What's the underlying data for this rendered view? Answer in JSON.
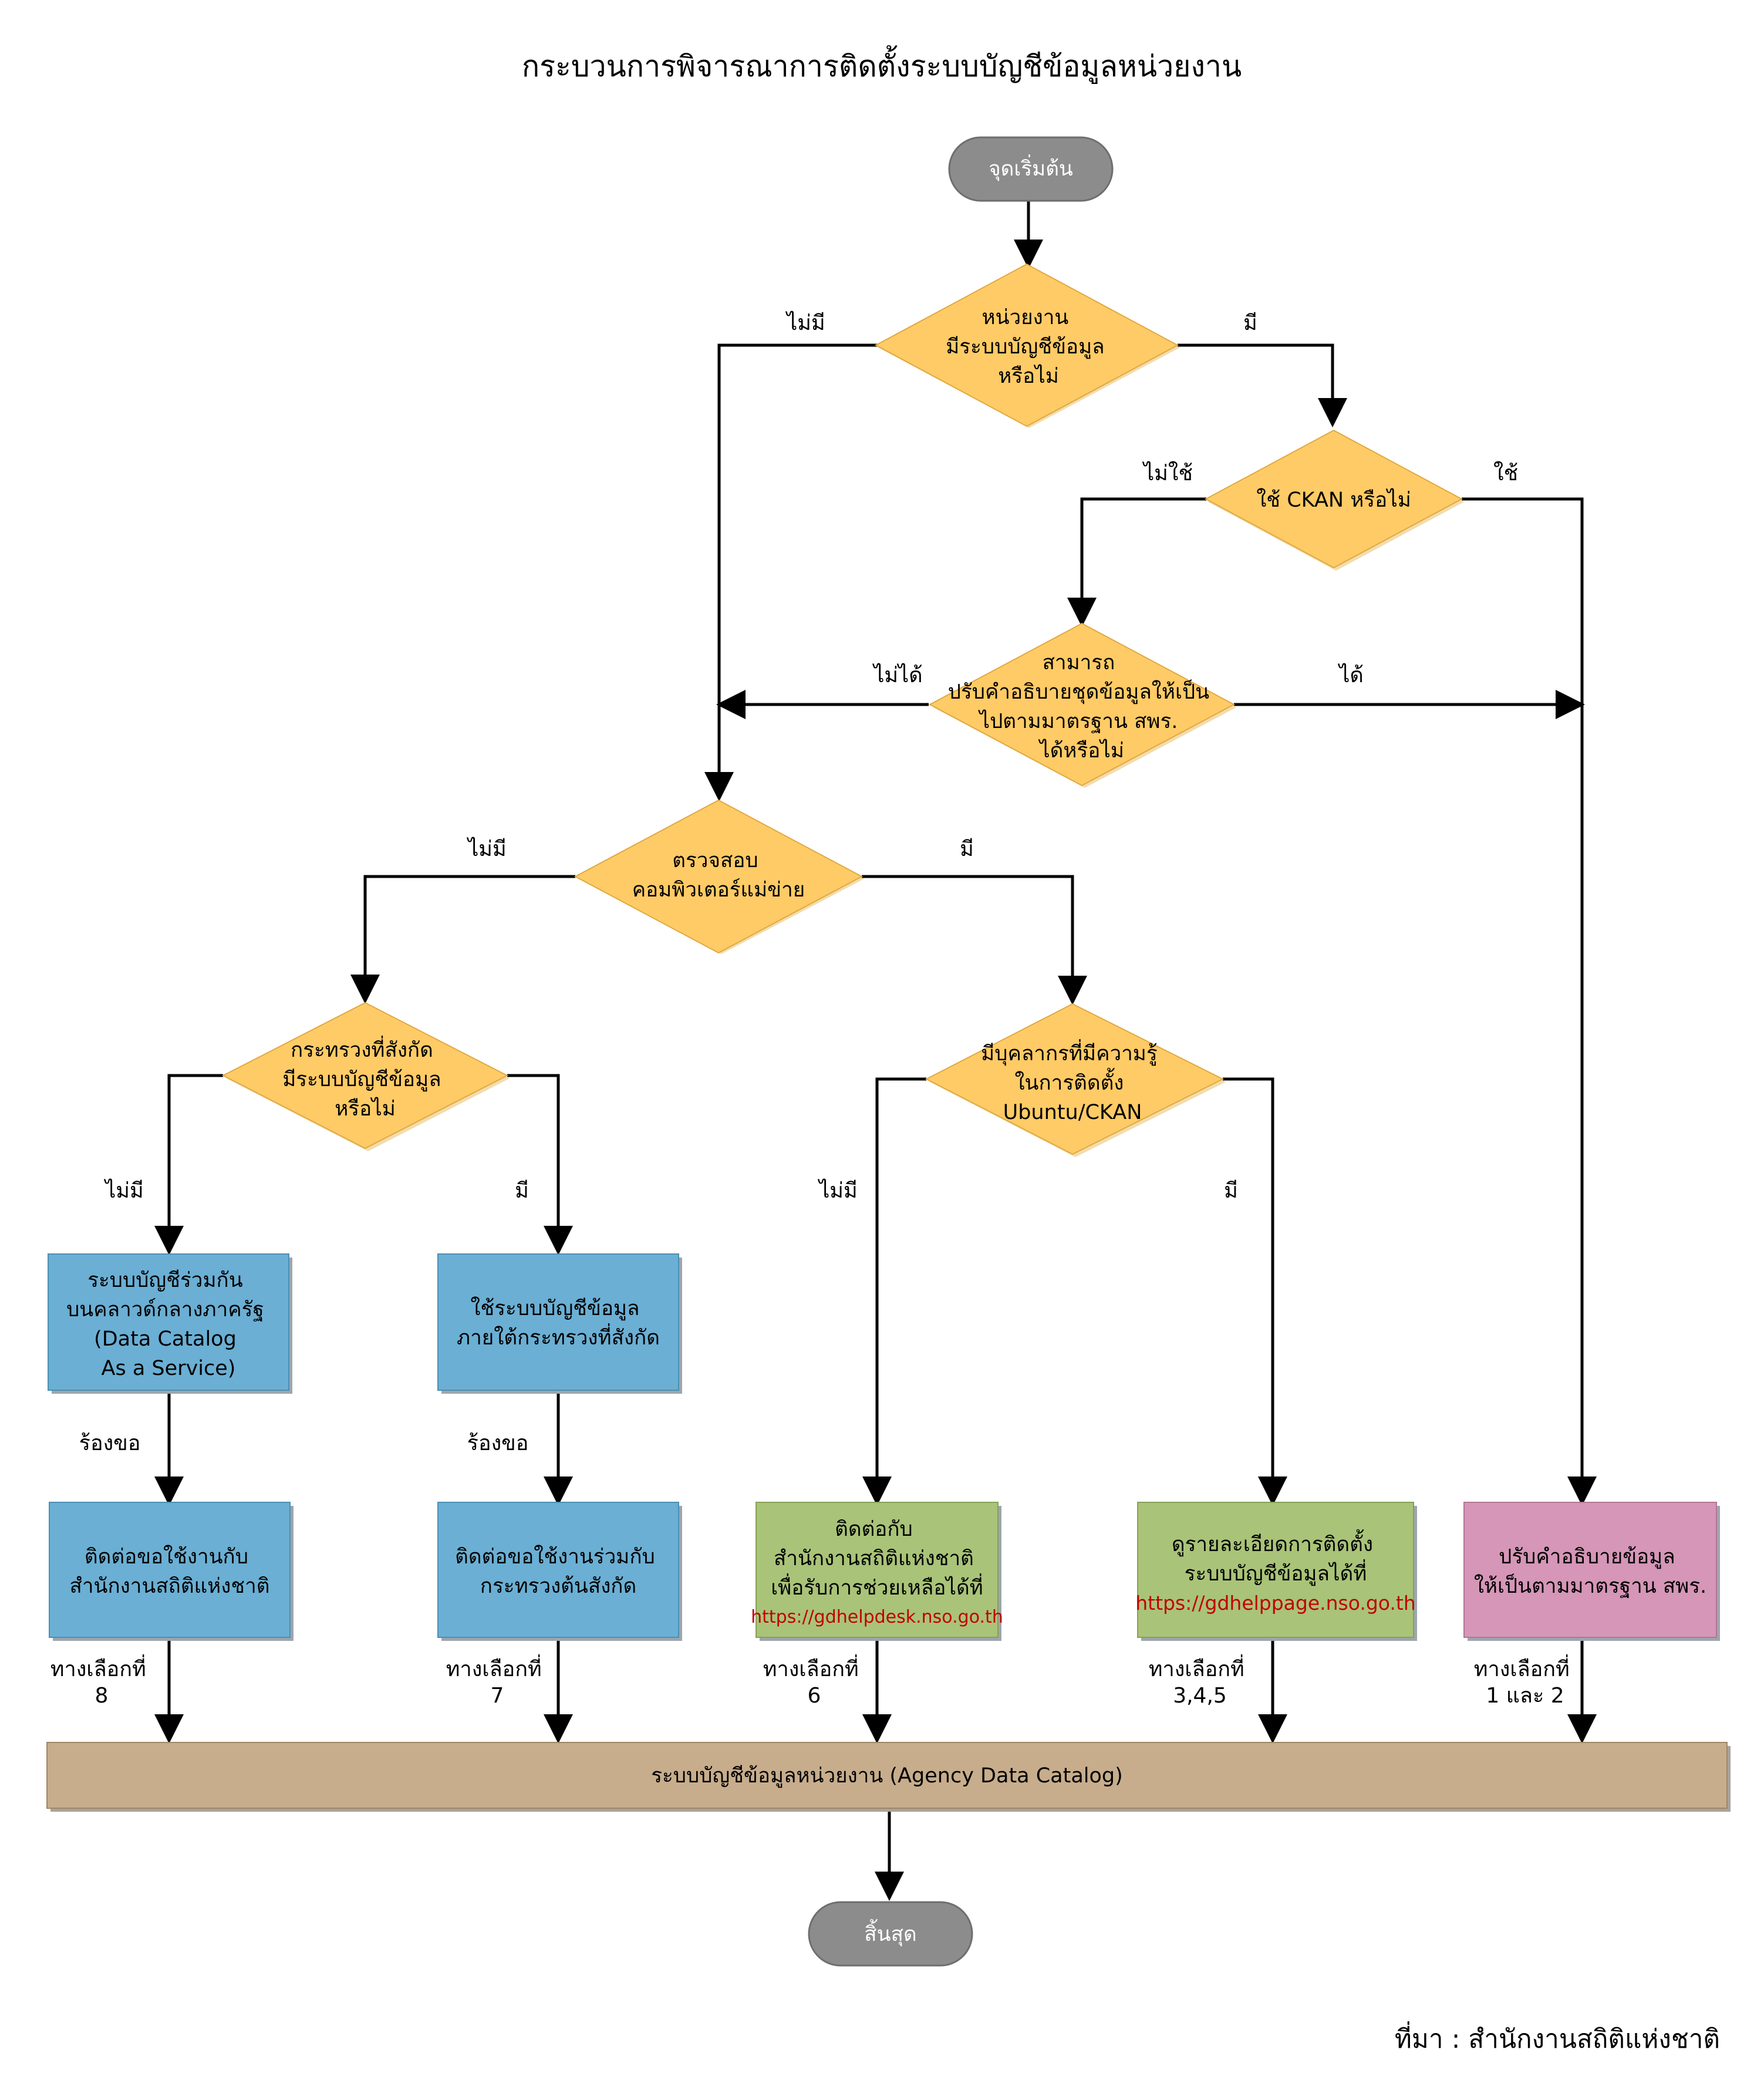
{
  "title": "กระบวนการพิจารณาการติดตั้งระบบบัญชีข้อมูลหน่วยงาน",
  "source": "ที่มา : สำนักงานสถิติแห่งชาติ",
  "colors": {
    "decision": "#FFCB66",
    "blue_box": "#6BAFD4",
    "green_box": "#A9C378",
    "pink_box": "#D596B7",
    "tan_box": "#C7AD8C",
    "terminal": "#8C8C8C"
  },
  "nodes": {
    "start": "จุดเริ่มต้น",
    "d_has_catalog": [
      "หน่วยงาน",
      "มีระบบบัญชีข้อมูล",
      "หรือไม่"
    ],
    "d_use_ckan": [
      "ใช้ CKAN หรือไม่"
    ],
    "d_can_adjust": [
      "สามารถ",
      "ปรับคำอธิบายชุดข้อมูลให้เป็น",
      "ไปตามมาตรฐาน สพร.",
      "ได้หรือไม่"
    ],
    "d_check_server": [
      "ตรวจสอบ",
      "คอมพิวเตอร์แม่ข่าย"
    ],
    "d_ministry": [
      "กระทรวงที่สังกัด",
      "มีระบบบัญชีข้อมูล",
      "หรือไม่"
    ],
    "d_staff": [
      "มีบุคลากรที่มีความรู้",
      "ในการติดตั้ง",
      "Ubuntu/CKAN"
    ],
    "b_cloud": [
      "ระบบบัญชีร่วมกัน",
      "บนคลาวด์กลางภาครัฐ",
      "(Data Catalog",
      "As a Service)"
    ],
    "b_use_ministry": [
      "ใช้ระบบบัญชีข้อมูล",
      "ภายใต้กระทรวงที่สังกัด"
    ],
    "b_contact_nso": [
      "ติดต่อขอใช้งานกับ",
      "สำนักงานสถิติแห่งชาติ"
    ],
    "b_contact_ministry": [
      "ติดต่อขอใช้งานร่วมกับ",
      "กระทรวงต้นสังกัด"
    ],
    "g_helpdesk": [
      "ติดต่อกับ",
      "สำนักงานสถิติแห่งชาติ",
      "เพื่อรับการช่วยเหลือได้ที่"
    ],
    "g_helpdesk_url": "https://gdhelpdesk.nso.go.th",
    "g_helppage": [
      "ดูรายละเอียดการติดตั้ง",
      "ระบบบัญชีข้อมูลได้ที่"
    ],
    "g_helppage_url": "https://gdhelppage.nso.go.th",
    "p_adjust": [
      "ปรับคำอธิบายข้อมูล",
      "ให้เป็นตามมาตรฐาน สพร."
    ],
    "agency_catalog": "ระบบบัญชีข้อมูลหน่วยงาน (Agency Data Catalog)",
    "end": "สิ้นสุด"
  },
  "labels": {
    "has_no": "ไม่มี",
    "has_yes": "มี",
    "ckan_no": "ไม่ใช้",
    "ckan_yes": "ใช้",
    "adjust_no": "ไม่ได้",
    "adjust_yes": "ได้",
    "server_no": "ไม่มี",
    "server_yes": "มี",
    "ministry_no": "ไม่มี",
    "ministry_yes": "มี",
    "staff_no": "ไม่มี",
    "staff_yes": "มี",
    "request_1": "ร้องขอ",
    "request_2": "ร้องขอ",
    "option_8": [
      "ทางเลือกที่",
      "8"
    ],
    "option_7": [
      "ทางเลือกที่",
      "7"
    ],
    "option_6": [
      "ทางเลือกที่",
      "6"
    ],
    "option_345": [
      "ทางเลือกที่",
      "3,4,5"
    ],
    "option_12": [
      "ทางเลือกที่",
      "1 และ 2"
    ]
  }
}
